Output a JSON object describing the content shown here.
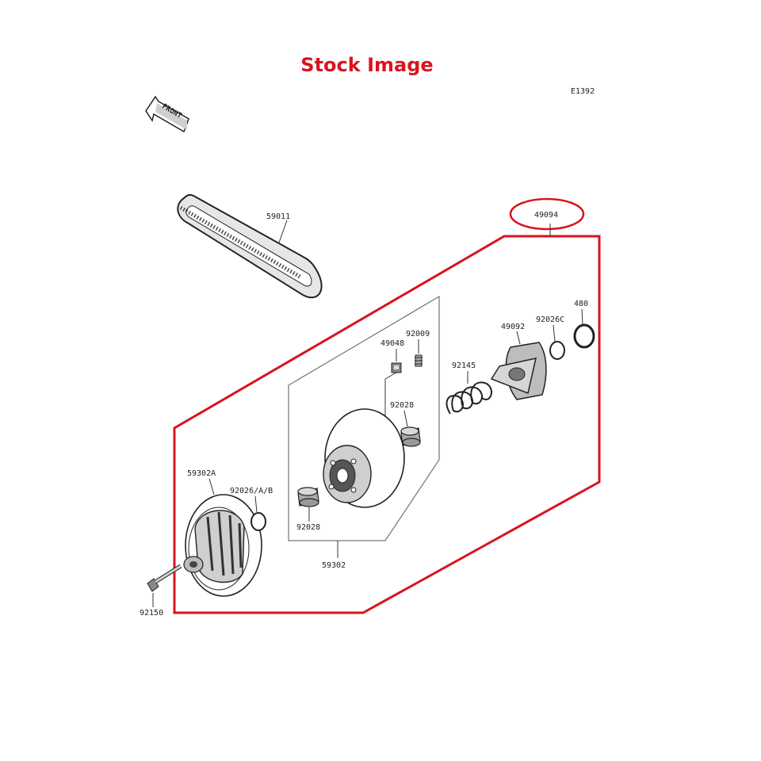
{
  "header": {
    "title": "Stock Image",
    "drawing_id": "E1392"
  },
  "front_arrow": {
    "text": "FRONT"
  },
  "colors": {
    "highlight": "#d8141f",
    "ink": "#222222",
    "paper": "#ffffff"
  },
  "parts": {
    "belt": "59011",
    "converter_assy": "49094",
    "ring_480": "480",
    "washer_c": "92026C",
    "cam": "49092",
    "spring": "92145",
    "screw": "92009",
    "weight": "49048",
    "bushing_upper": "92028",
    "bushing_lower": "92028",
    "movable_sheave": "59302",
    "fixed_sheave": "59302A",
    "washer_ab": "92026/A/B",
    "bolt": "92150"
  }
}
